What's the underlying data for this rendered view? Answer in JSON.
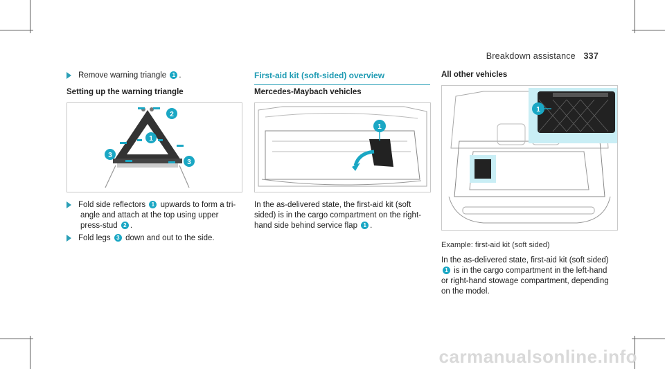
{
  "header": {
    "section": "Breakdown assistance",
    "page": "337"
  },
  "left": {
    "step1_text": "Remove warning triangle",
    "step1_badge": "1",
    "step1_end": ".",
    "subheading": "Setting up the warning triangle",
    "figure_badges": [
      "1",
      "2",
      "3",
      "3"
    ],
    "step2_line1": "Fold side reflectors",
    "step2_badge1": "1",
    "step2_line1b": "upwards to form a tri-",
    "step2_line2": "angle and attach at the top using upper",
    "step2_line3": "press-stud",
    "step2_badge2": "2",
    "step2_end": ".",
    "step3_text": "Fold legs",
    "step3_badge": "3",
    "step3_end": "down and out to the side."
  },
  "middle": {
    "heading": "First-aid kit (soft-sided) overview",
    "subheading": "Mercedes-Maybach vehicles",
    "figure_badge": "1",
    "para_line1": "In the as-delivered state, the first-aid kit (soft",
    "para_line2": "sided) is in the cargo compartment on the right-",
    "para_line3": "hand side behind service flap",
    "para_badge": "1",
    "para_end": "."
  },
  "right": {
    "subheading": "All other vehicles",
    "figure_badge": "1",
    "caption": "Example: first-aid kit (soft sided)",
    "para_line1": "In the as-delivered state, first-aid kit (soft sided)",
    "para_badge": "1",
    "para_line2": "is in the cargo compartment in the left-hand",
    "para_line3": "or right-hand stowage compartment, depending",
    "para_line4": "on the model."
  },
  "watermark": "carmanualsonline.info",
  "colors": {
    "accent": "#1f9bb3",
    "badge": "#1aa7c4",
    "highlight": "#c9eef5"
  }
}
